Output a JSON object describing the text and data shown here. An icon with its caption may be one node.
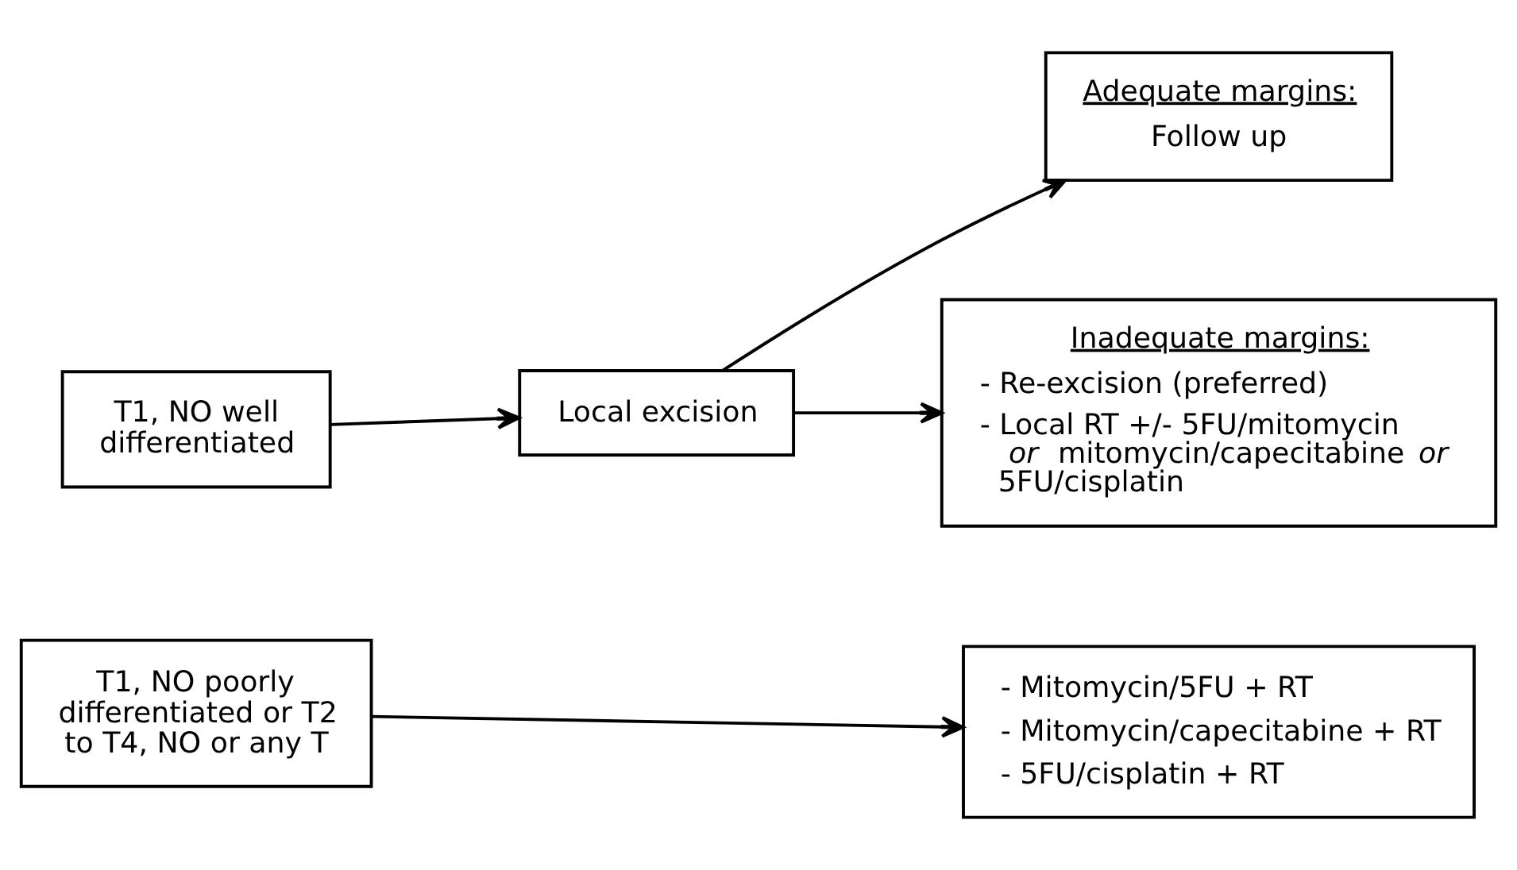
{
  "diagram": {
    "nodes": [
      {
        "text": [
          "T1, NO well differentiated"
        ]
      },
      {
        "text": [
          "Local excision"
        ]
      },
      {
        "text": [
          "Adequate margins:",
          "Follow up"
        ]
      },
      {
        "text": [
          "Inadequate margins:",
          "- Re-excision (preferred)",
          "- Local RT +/- 5FU/mitomycin *or* mitomycin/capecitabine *or* 5FU/cisplatin"
        ]
      },
      {
        "text": [
          "T1, NO poorly differentiated or T2 to T4, NO or any T"
        ]
      },
      {
        "text": [
          "- Mitomycin/5FU + RT",
          "- Mitomycin/capecitabine + RT",
          "- 5FU/cisplatin + RT"
        ]
      }
    ],
    "edges": [
      {
        "from": 0,
        "to": 1,
        "arrow": "to"
      },
      {
        "from": 1,
        "to": 2,
        "arrow": "to"
      },
      {
        "from": 1,
        "to": 3,
        "arrow": "to"
      },
      {
        "from": 4,
        "to": 5,
        "arrow": "to"
      }
    ]
  }
}
